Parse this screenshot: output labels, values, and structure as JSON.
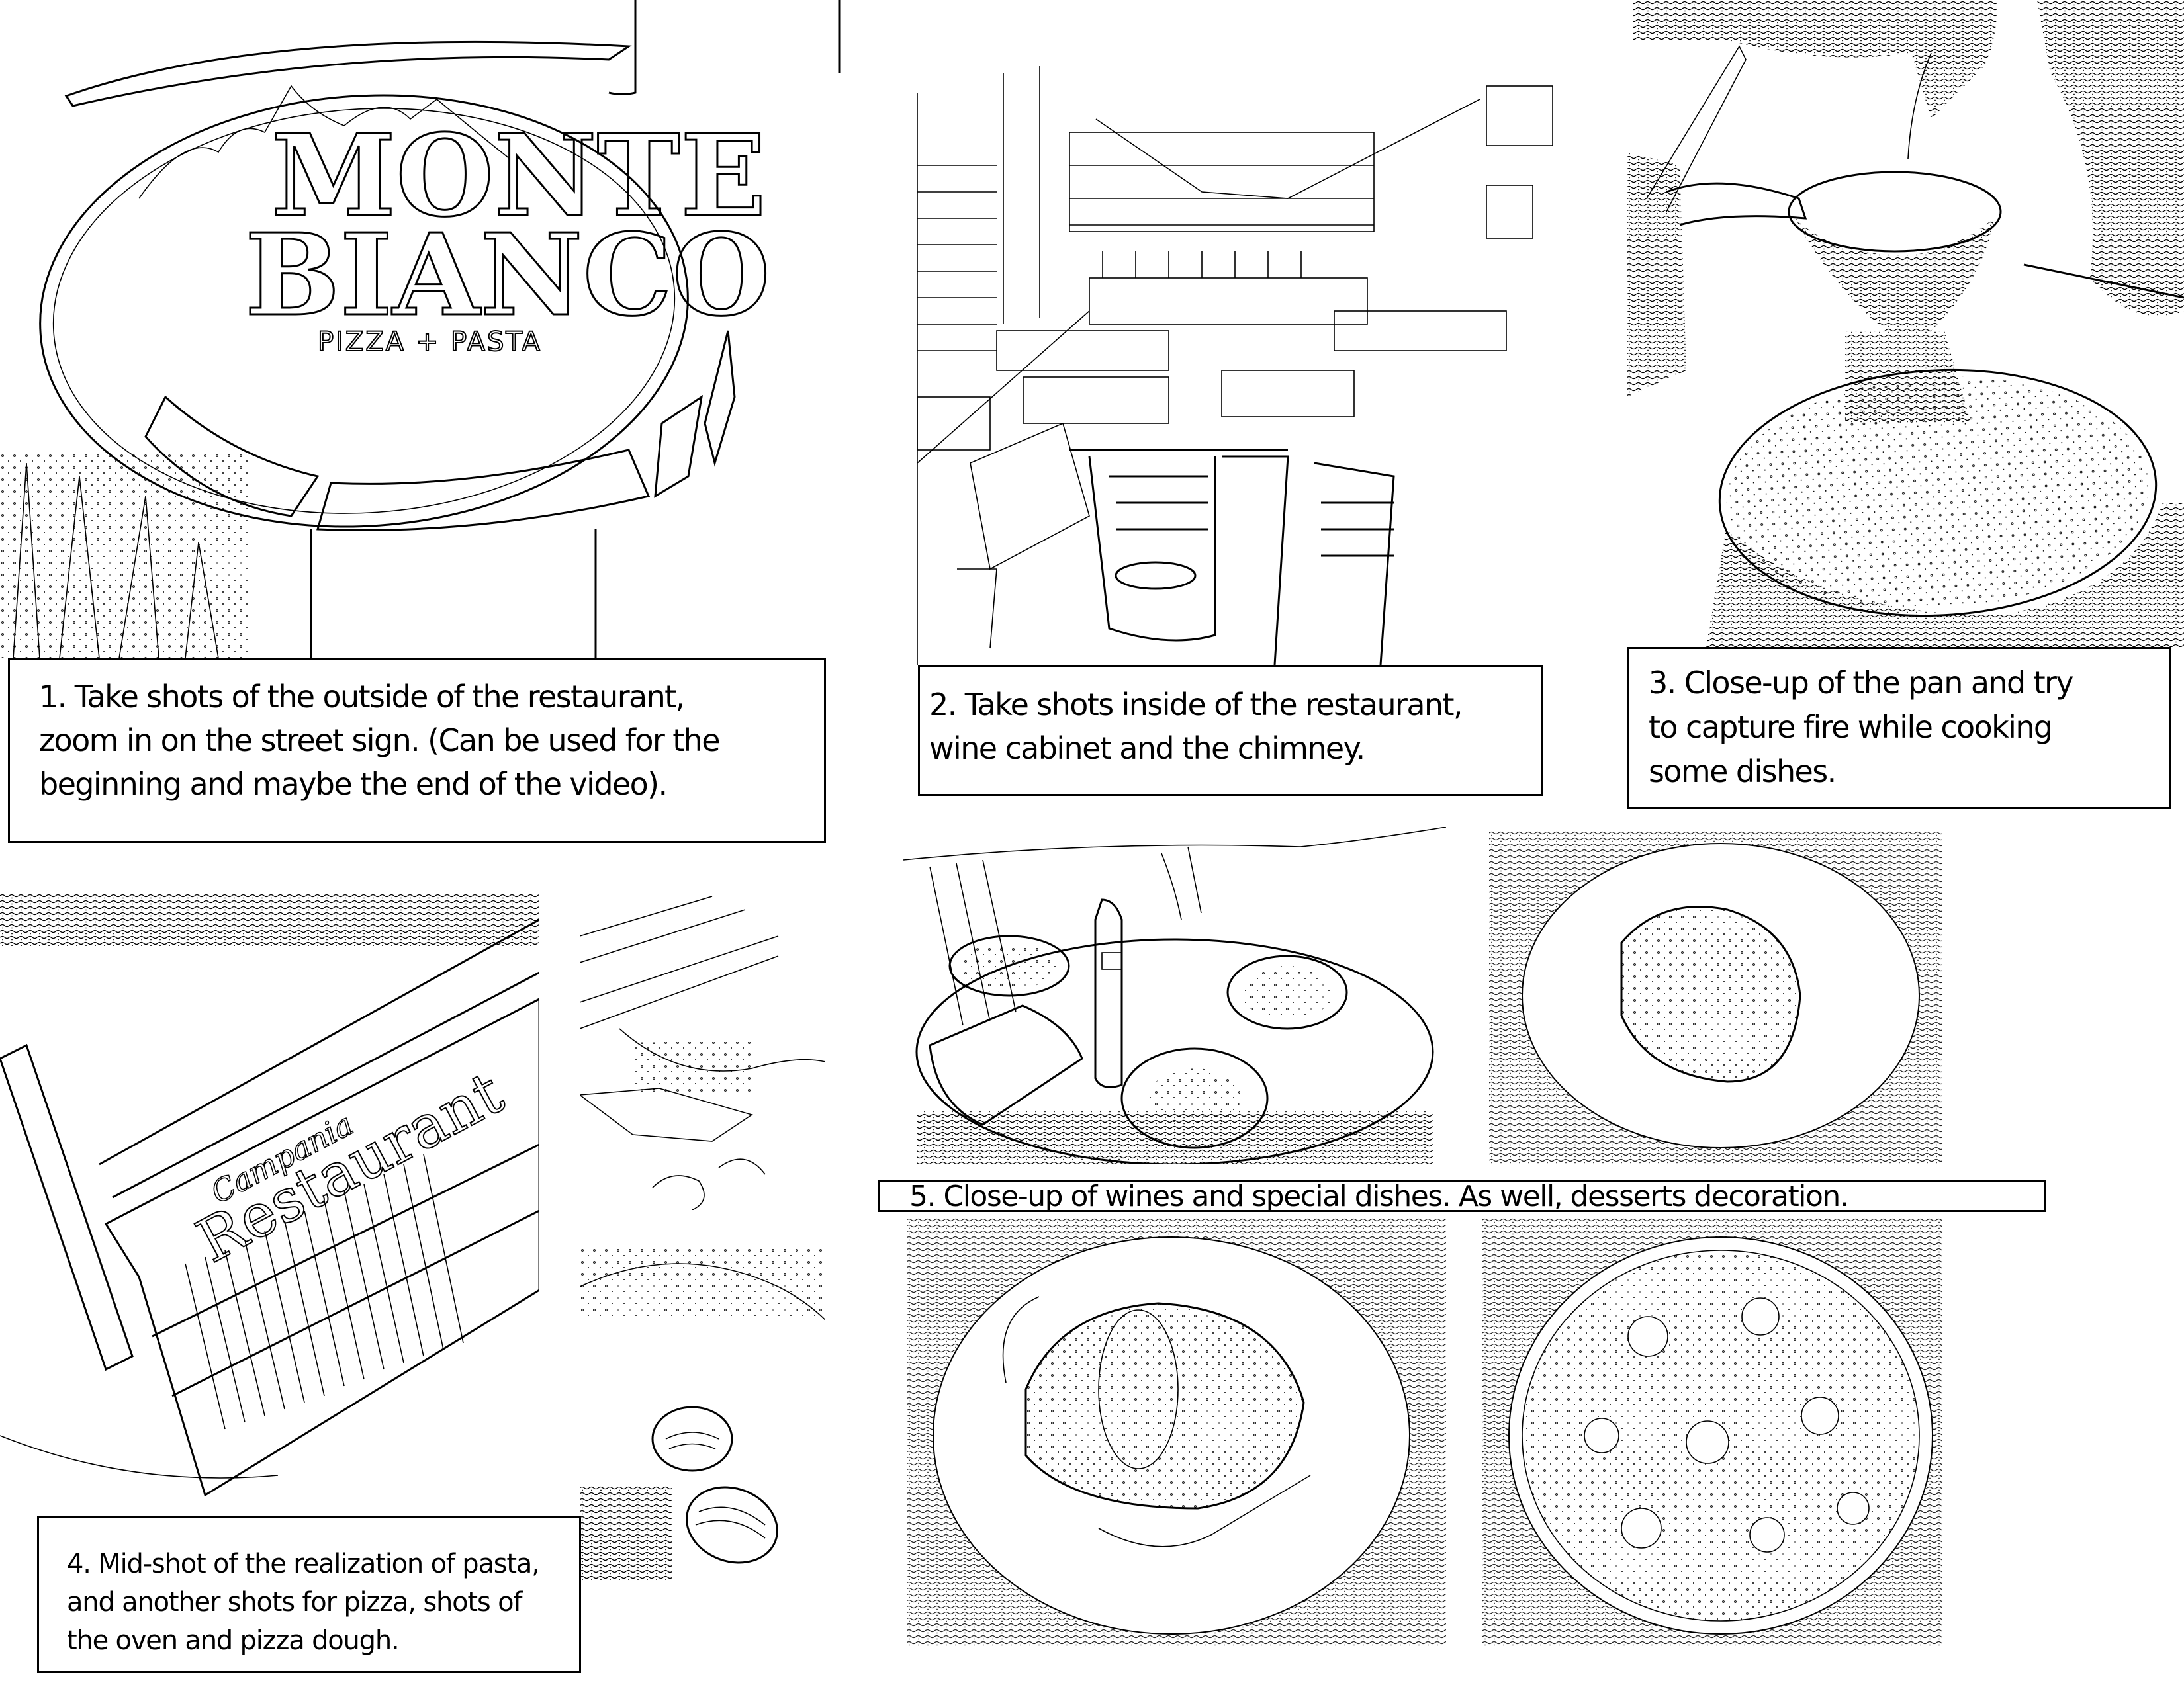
{
  "document": {
    "type": "storyboard shot list"
  },
  "panels": [
    {
      "id": 1,
      "subject": "restaurant exterior sign",
      "sign_text": {
        "line1": "MONTE",
        "line2": "BIANCO",
        "tagline": "PIZZA + PASTA"
      },
      "caption_lines": [
        "1.  Take shots of the outside of the restaurant,",
        "zoom in on the street sign. (Can be used for the",
        "beginning and maybe the end of the video)."
      ]
    },
    {
      "id": 2,
      "subject": "restaurant interior dining room",
      "caption_lines": [
        "2.  Take shots inside of the restaurant,",
        "wine cabinet and the chimney."
      ]
    },
    {
      "id": 3,
      "subject": "pan close-up while cooking",
      "caption_lines": [
        "3.  Close-up of the pan and try",
        "to capture fire while cooking",
        "some dishes."
      ]
    },
    {
      "id": 4,
      "subject": "pasta making and pizza oven",
      "sign_text": {
        "script": "Campania",
        "word": "Restaurant"
      },
      "caption_lines": [
        "4. Mid-shot of the realization of pasta,",
        "and another shots for pizza, shots of",
        "the oven and pizza dough."
      ]
    },
    {
      "id": 5,
      "subject": "wines, special dishes and desserts",
      "caption_lines": [
        "5.  Close-up of wines and special dishes. As well, desserts decoration."
      ]
    }
  ],
  "colors": {
    "background": "#ffffff",
    "ink": "#000000"
  }
}
